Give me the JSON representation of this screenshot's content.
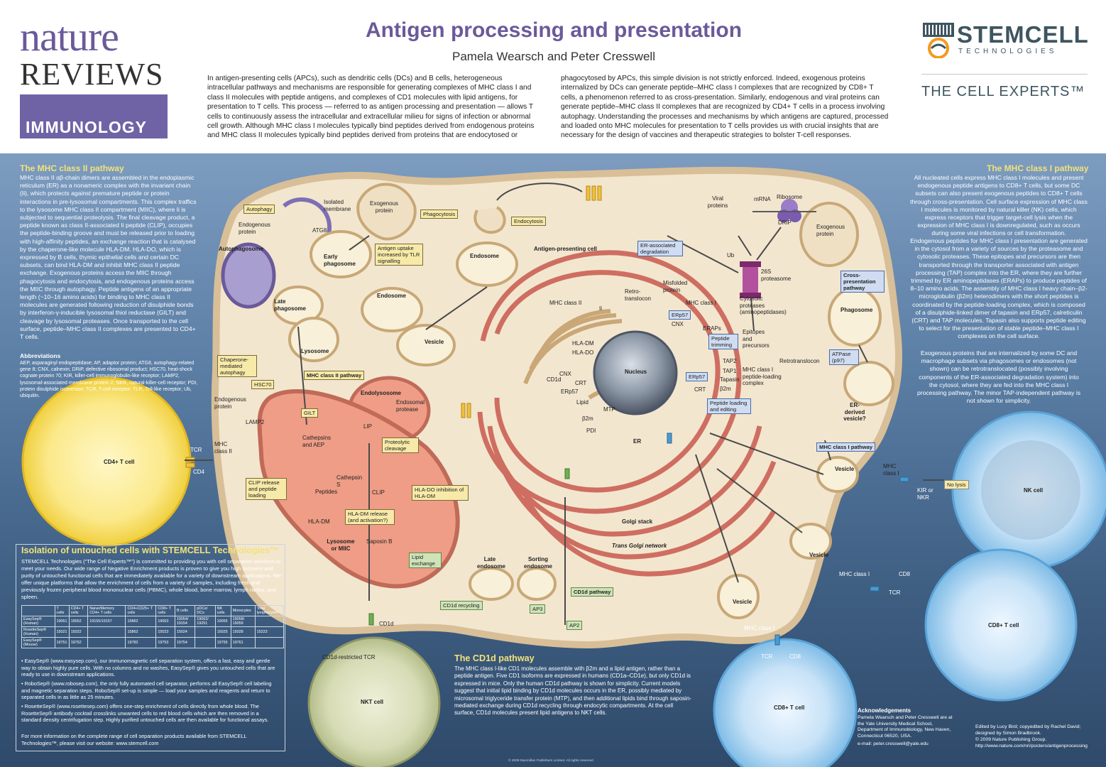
{
  "header": {
    "nature": "nature",
    "reviews": "REVIEWS",
    "immunology": "IMMUNOLOGY",
    "title": "Antigen processing and presentation",
    "authors": "Pamela Wearsch and Peter Cresswell",
    "intro_left": "In antigen-presenting cells (APCs), such as dendritic cells (DCs) and B cells, heterogeneous intracellular pathways and mechanisms are responsible for generating complexes of MHC class I and class II molecules with peptide antigens, and complexes of CD1 molecules with lipid antigens, for presentation to T cells. This process — referred to as antigen processing and presentation — allows T cells to continuously assess the intracellular and extracellular milieu for signs of infection or abnormal cell growth. Although MHC class I molecules typically bind peptides derived from endogenous proteins and MHC class II molecules typically bind peptides derived from proteins that are endocytosed or",
    "intro_right": "phagocytosed by APCs, this simple division is not strictly enforced. Indeed, exogenous proteins internalized by DCs can generate peptide–MHC class I complexes that are recognized by CD8+ T cells, a phenomenon referred to as cross-presentation. Similarly, endogenous and viral proteins can generate peptide–MHC class II complexes that are recognized by CD4+ T cells in a process involving autophagy. Understanding the processes and mechanisms by which antigens are captured, processed and loaded onto MHC molecules for presentation to T cells provides us with crucial insights that are necessary for the design of vaccines and therapeutic strategies to bolster T-cell responses.",
    "stemcell": "STEMCELL",
    "technologies": "TECHNOLOGIES",
    "cell_experts": "THE CELL EXPERTS™"
  },
  "colors": {
    "purple": "#6a5a9a",
    "band": "#6f63a6",
    "gold": "#f2e27a",
    "cytoplasm": "#f3e6cf",
    "membrane": "#d8bf98",
    "er": "#c85a4e",
    "lysosome": "#ef9d86",
    "tcell": "#f7e25a"
  },
  "mhc2": {
    "heading": "The MHC class II pathway",
    "text": "MHC class II αβ-chain dimers are assembled in the endoplasmic reticulum (ER) as a nonameric complex with the invariant chain (Ii), which protects against premature peptide or protein interactions in pre-lysosomal compartments. This complex traffics to the lysosome MHC class II compartment (MIIC), where Ii is subjected to sequential proteolysis. The final cleavage product, a peptide known as class II-associated Ii peptide (CLIP), occupies the peptide-binding groove and must be released prior to loading with high-affinity peptides, an exchange reaction that is catalysed by the chaperone-like molecule HLA-DM. HLA-DO, which is expressed by B cells, thymic epithelial cells and certain DC subsets, can bind HLA-DM and inhibit MHC class II peptide exchange. Exogenous proteins access the MIIC through phagocytosis and endocytosis, and endogenous proteins access the MIIC through autophagy. Peptide antigens of an appropriate length (~10–16 amino acids) for binding to MHC class II molecules are generated following reduction of disulphide bonds by interferon-γ-inducible lysosomal thiol reductase (GILT) and cleavage by lysosomal proteases. Once transported to the cell surface, peptide–MHC class II complexes are presented to CD4+ T cells.",
    "abbr_heading": "Abbreviations",
    "abbr_text": "AEP, asparaginyl endopeptidase; AP, adaptor protein; ATG8, autophagy-related gene 8; CNX, calnexin; DRiP, defective ribosomal product; HSC70, heat-shock cognate protein 70; KIR, killer-cell immunoglobulin-like receptor; LAMP2, lysosomal-associated membrane protein 2; NKR, natural-killer-cell receptor; PDI, protein disulphide isomerase; TCR, T-cell receptor; TLR, Toll-like receptor; Ub, ubiquitin."
  },
  "mhc1": {
    "heading": "The MHC class I pathway",
    "text": "All nucleated cells express MHC class I molecules and present endogenous peptide antigens to CD8+ T cells, but some DC subsets can also present exogenous peptides to CD8+ T cells through cross-presentation. Cell surface expression of MHC class I molecules is monitored by natural killer (NK) cells, which express receptors that trigger target-cell lysis when the expression of MHC class I is downregulated, such as occurs during some viral infections or cell transformation.",
    "text2": "Endogenous peptides for MHC class I presentation are generated in the cytosol from a variety of sources by the proteasome and cytosolic proteases. These epitopes and precursors are then transported through the transporter associated with antigen processing (TAP) complex into the ER, where they are further trimmed by ER aminopeptidases (ERAPs) to produce peptides of 8–10 amino acids. The assembly of MHC class I heavy chain–β2-microglobulin (β2m) heterodimers with the short peptides is coordinated by the peptide-loading complex, which is composed of a disulphide-linked dimer of tapasin and ERp57, calreticulin (CRT) and TAP molecules. Tapasin also supports peptide editing to select for the presentation of stable peptide–MHC class I complexes on the cell surface.",
    "text3": "Exogenous proteins that are internalized by some DC and macrophage subsets via phagosomes or endosomes (not shown) can be retrotranslocated (possibly involving components of the ER-associated degradation system) into the cytosol, where they are fed into the MHC class I processing pathway. The minor TAP-independent pathway is not shown for simplicity."
  },
  "cd1d": {
    "heading": "The CD1d pathway",
    "text": "The MHC class I-like CD1 molecules assemble with β2m and a lipid antigen, rather than a peptide antigen. Five CD1 isoforms are expressed in humans (CD1a–CD1e), but only CD1d is expressed in mice. Only the human CD1d pathway is shown for simplicity. Current models suggest that initial lipid binding by CD1d molecules occurs in the ER, possibly mediated by microsomal triglyceride transfer protein (MTP), and then additional lipids bind through saposin-mediated exchange during CD1d recycling through endocytic compartments. At the cell surface, CD1d molecules present lipid antigens to NKT cells."
  },
  "stemcell_box": {
    "title": "Isolation of untouched cells with STEMCELL Technologies™",
    "intro": "STEMCELL Technologies (“The Cell Experts™”) is committed to providing you with cell separation solutions to meet your needs. Our wide range of Negative Enrichment products is proven to give you high recovery and purity of untouched functional cells that are immediately available for a variety of downstream applications. We offer unique platforms that allow the enrichment of cells from a variety of samples, including fresh and previously frozen peripheral blood mononuclear cells (PBMC), whole blood, bone marrow, lymph nodes, and spleen.",
    "table_headers": [
      "",
      "T cells",
      "CD4+ T cells",
      "Naive/Memory CD4+ T cells",
      "CD4+CD25+ T cells",
      "CD8+ T cells",
      "B cells",
      "pDCs/ DCs",
      "NK cells",
      "Monocytes",
      "Total lymphocytes"
    ],
    "table_rows": [
      [
        "EasySep® (Human)",
        "19051",
        "19052",
        "19155/19157",
        "15862",
        "19053",
        "19054/ 19154",
        "19062/ 19251",
        "19055",
        "19058/ 19059",
        ""
      ],
      [
        "RosetteSep® (Human)",
        "15021",
        "15022",
        "",
        "15862",
        "15023",
        "15024",
        "",
        "15025",
        "15028",
        "15223"
      ],
      [
        "EasySep® (Mouse)",
        "19751",
        "19752",
        "",
        "19782",
        "19753",
        "19754",
        "",
        "19755",
        "19761",
        ""
      ]
    ],
    "bullet1": "• EasySep® (www.easysep.com), our immunomagnetic cell separation system, offers a fast, easy and gentle way to obtain highly pure cells. With no columns and no washes, EasySep® gives you untouched cells that are ready to use in downstream applications.",
    "bullet2": "• RoboSep® (www.robosep.com), the only fully automated cell separator, performs all EasySep® cell labeling and magnetic separation steps. RoboSep® set-up is simple — load your samples and reagents and return to separated cells in as little as 25 minutes.",
    "bullet3": "• RosetteSep® (www.rosettesep.com) offers one-step enrichment of cells directly from whole blood. The RosetteSep® antibody cocktail crosslinks unwanted cells to red blood cells which are then removed in a standard density centrifugation step. Highly purified untouched cells are then available for functional assays.",
    "footer": "For more information on the complete range of cell separation products available from STEMCELL Technologies™, please visit our website: www.stemcell.com"
  },
  "ack": {
    "heading": "Acknowledgements",
    "text": "Pamela Wearsch and Peter Cresswell are at the Yale University Medical School, Department of Immunobiology, New Haven, Connecticut 06520, USA.",
    "email": "e-mail: peter.cresswell@yale.edu",
    "edited": "Edited by Lucy Bird; copyedited by Rachel David; designed by Simon Bradbrook.",
    "copyright": "© 2009 Nature Publishing Group.",
    "url": "http://www.nature.com/nri/posters/antigenprocessing",
    "footer_mark": "© 2009 Macmillan Publishers Limited. All rights reserved"
  },
  "labels": {
    "apc": "Antigen-presenting cell",
    "autophagy": "Autophagy",
    "isolated_membrane": "Isolated membrane",
    "endogenous_protein": "Endogenous protein",
    "atg8": "ATG8",
    "autophagosome": "Autophagosome",
    "exogenous_protein": "Exogenous protein",
    "phagocytosis": "Phagocytosis",
    "early_phagosome": "Early phagosome",
    "late_phagosome": "Late phagosome",
    "lysosome": "Lysosome",
    "antigen_uptake": "Antigen uptake increased by TLR signalling",
    "endocytosis": "Endocytosis",
    "endosome": "Endosome",
    "endosome2": "Endosome",
    "vesicle": "Vesicle",
    "chaperone": "Chaperone-mediated autophagy",
    "hsc70": "HSC70",
    "endogenous_protein2": "Endogenous protein",
    "lamp2": "LAMP2",
    "gilt": "GILT",
    "mhc2_pathway": "MHC class II pathway",
    "endolysosome": "Endolysosome",
    "endosomal_protease": "Endosomal protease",
    "lip": "LIP",
    "proteolytic": "Proteolytic cleavage",
    "cathepsins": "Cathepsins and AEP",
    "peptides": "Peptides",
    "cathepsin_s": "Cathepsin S",
    "clip": "CLIP",
    "clip_release": "CLIP release and peptide loading",
    "hla_do_inhibition": "HLA-DO inhibition of HLA-DM",
    "hla_dm_release": "HLA-DM release (and activation?)",
    "hla_dm": "HLA-DM",
    "hla_dm2": "HLA-DM",
    "hla_do": "HLA-DO",
    "lysosome_miic": "Lysosome or MIIC",
    "saposin": "Saposin B",
    "lipid_exchange": "Lipid exchange",
    "late_endosome": "Late endosome",
    "sorting_endosome": "Sorting endosome",
    "cd1d_recycling": "CD1d recycling",
    "ap3": "AP3",
    "ap2": "AP2",
    "cd1d_pathway": "CD1d pathway",
    "cd1d": "CD1d",
    "cd1d2": "CD1d",
    "cd1d_tcr": "CD1d-restricted TCR",
    "nkt": "NKT cell",
    "cd4_tcell": "CD4+ T cell",
    "tcr": "TCR",
    "cd4": "CD4",
    "mhc_class_ii": "MHC class II",
    "mhc_class_ii2": "MHC class II",
    "ii": "Ii",
    "nucleus": "Nucleus",
    "er": "ER",
    "golgi": "Golgi stack",
    "trans_golgi": "Trans Golgi network",
    "cnx": "CNX",
    "crt": "CRT",
    "erp57": "ERp57",
    "lipid": "Lipid",
    "mtp": "MTP",
    "pdi": "PDI",
    "b2m": "β2m",
    "b2m2": "β2m",
    "retro": "Retro-translocon",
    "misfolded": "Misfolded protein",
    "erad": "ER-associated degradation",
    "viral": "Viral proteins",
    "mrna": "mRNA",
    "ribosome": "Ribosome",
    "drip": "DRiP",
    "ub": "Ub",
    "proteasome": "26S proteasome",
    "cytosolic": "Cytosolic proteases (aminopeptidases)",
    "epitopes": "Epitopes and precursors",
    "mhc_class_i": "MHC class I",
    "erp57b": "ERp57",
    "cnx2": "CNX",
    "eraps": "ERAPs",
    "peptide_trimming": "Peptide trimming",
    "tap2": "TAP2",
    "tap1": "TAP1",
    "tapasin": "Tapasin",
    "erp57c": "ERp57",
    "crt2": "CRT",
    "plc": "MHC class I peptide-loading complex",
    "peptide_loading": "Peptide loading and editing",
    "exogenous_protein2": "Exogenous protein",
    "cross": "Cross-presentation pathway",
    "phagosome": "Phagosome",
    "retrotranslocon": "Retrotranslocon",
    "atpase": "ATPase (p97)",
    "er_vesicle": "ER-derived vesicle?",
    "mhc1_pathway": "MHC class I pathway",
    "vesicle_r1": "Vesicle",
    "vesicle_r2": "Vesicle",
    "vesicle_r3": "Vesicle",
    "mhc_class_i2": "MHC class I",
    "no_lysis": "No lysis",
    "kir": "KIR or NKR",
    "nk": "NK cell",
    "mhc_class_i3": "MHC class I",
    "cd8": "CD8",
    "tcr2": "TCR",
    "cd8_tcell": "CD8+ T cell",
    "mhc_class_i4": "MHC class I",
    "tcr3": "TCR",
    "cd8b": "CD8",
    "cd8_tcell2": "CD8+ T cell"
  }
}
